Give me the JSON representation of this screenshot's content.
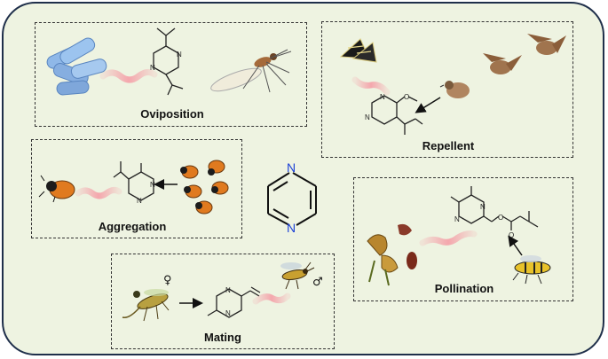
{
  "center_molecule": "pyrazine",
  "panels": {
    "oviposition": {
      "label": "Oviposition"
    },
    "repellent": {
      "label": "Repellent"
    },
    "aggregation": {
      "label": "Aggregation"
    },
    "pollination": {
      "label": "Pollination"
    },
    "mating": {
      "label": "Mating"
    }
  },
  "symbols": {
    "female": "♀",
    "male": "♂"
  },
  "atoms": {
    "N": "N",
    "O": "O"
  },
  "colors": {
    "frame_border": "#1f2f4a",
    "background": "#eef3e1",
    "pheromone_trail": "#f4a7ad",
    "center_ring_nitrogen": "#1a3fd6"
  }
}
